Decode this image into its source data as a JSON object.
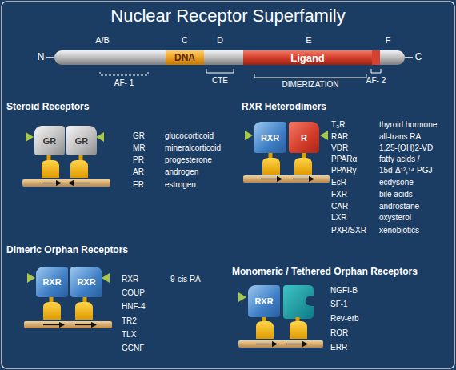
{
  "diagram": {
    "title": "Nuclear Receptor Superfamily",
    "nodes": [
      {
        "text": [
          "DNA"
        ]
      },
      {
        "text": [
          "Ligand"
        ]
      },
      {
        "text": [
          "GR"
        ]
      },
      {
        "text": [
          "GR"
        ]
      },
      {
        "text": [
          "RXR"
        ]
      },
      {
        "text": [
          "R"
        ]
      },
      {
        "text": [
          "RXR"
        ]
      },
      {
        "text": [
          "RXR"
        ]
      },
      {
        "text": [
          "RXR"
        ]
      }
    ],
    "labels": [
      "A/B",
      "C",
      "D",
      "E",
      "F",
      "N",
      "C",
      "AF- 1",
      "CTE",
      "DIMERIZATION",
      "AF- 2",
      "Steroid Receptors",
      "GR",
      "glucocorticoid",
      "MR",
      "mineralcorticoid",
      "PR",
      "progesterone",
      "AR",
      "androgen",
      "ER",
      "estrogen",
      "RXR Heterodimers",
      "T₃R",
      "thyroid hormone",
      "RAR",
      "all-trans RA",
      "VDR",
      "1,25-(OH)2-VD",
      "PPARα",
      "fatty acids /",
      "PPARγ",
      "15d-Δ¹²,¹⁴-PGJ",
      "EcR",
      "ecdysone",
      "FXR",
      "bile acids",
      "CAR",
      "androstane",
      "LXR",
      "oxysterol",
      "PXR/SXR",
      "xenobiotics",
      "Dimeric Orphan Receptors",
      "RXR",
      "9-cis RA",
      "COUP",
      "HNF-4",
      "TR2",
      "TLX",
      "GCNF",
      "Monomeric / Tethered Orphan Receptors",
      "NGFI-B",
      "SF-1",
      "Rev-erb",
      "ROR",
      "ERR"
    ]
  }
}
